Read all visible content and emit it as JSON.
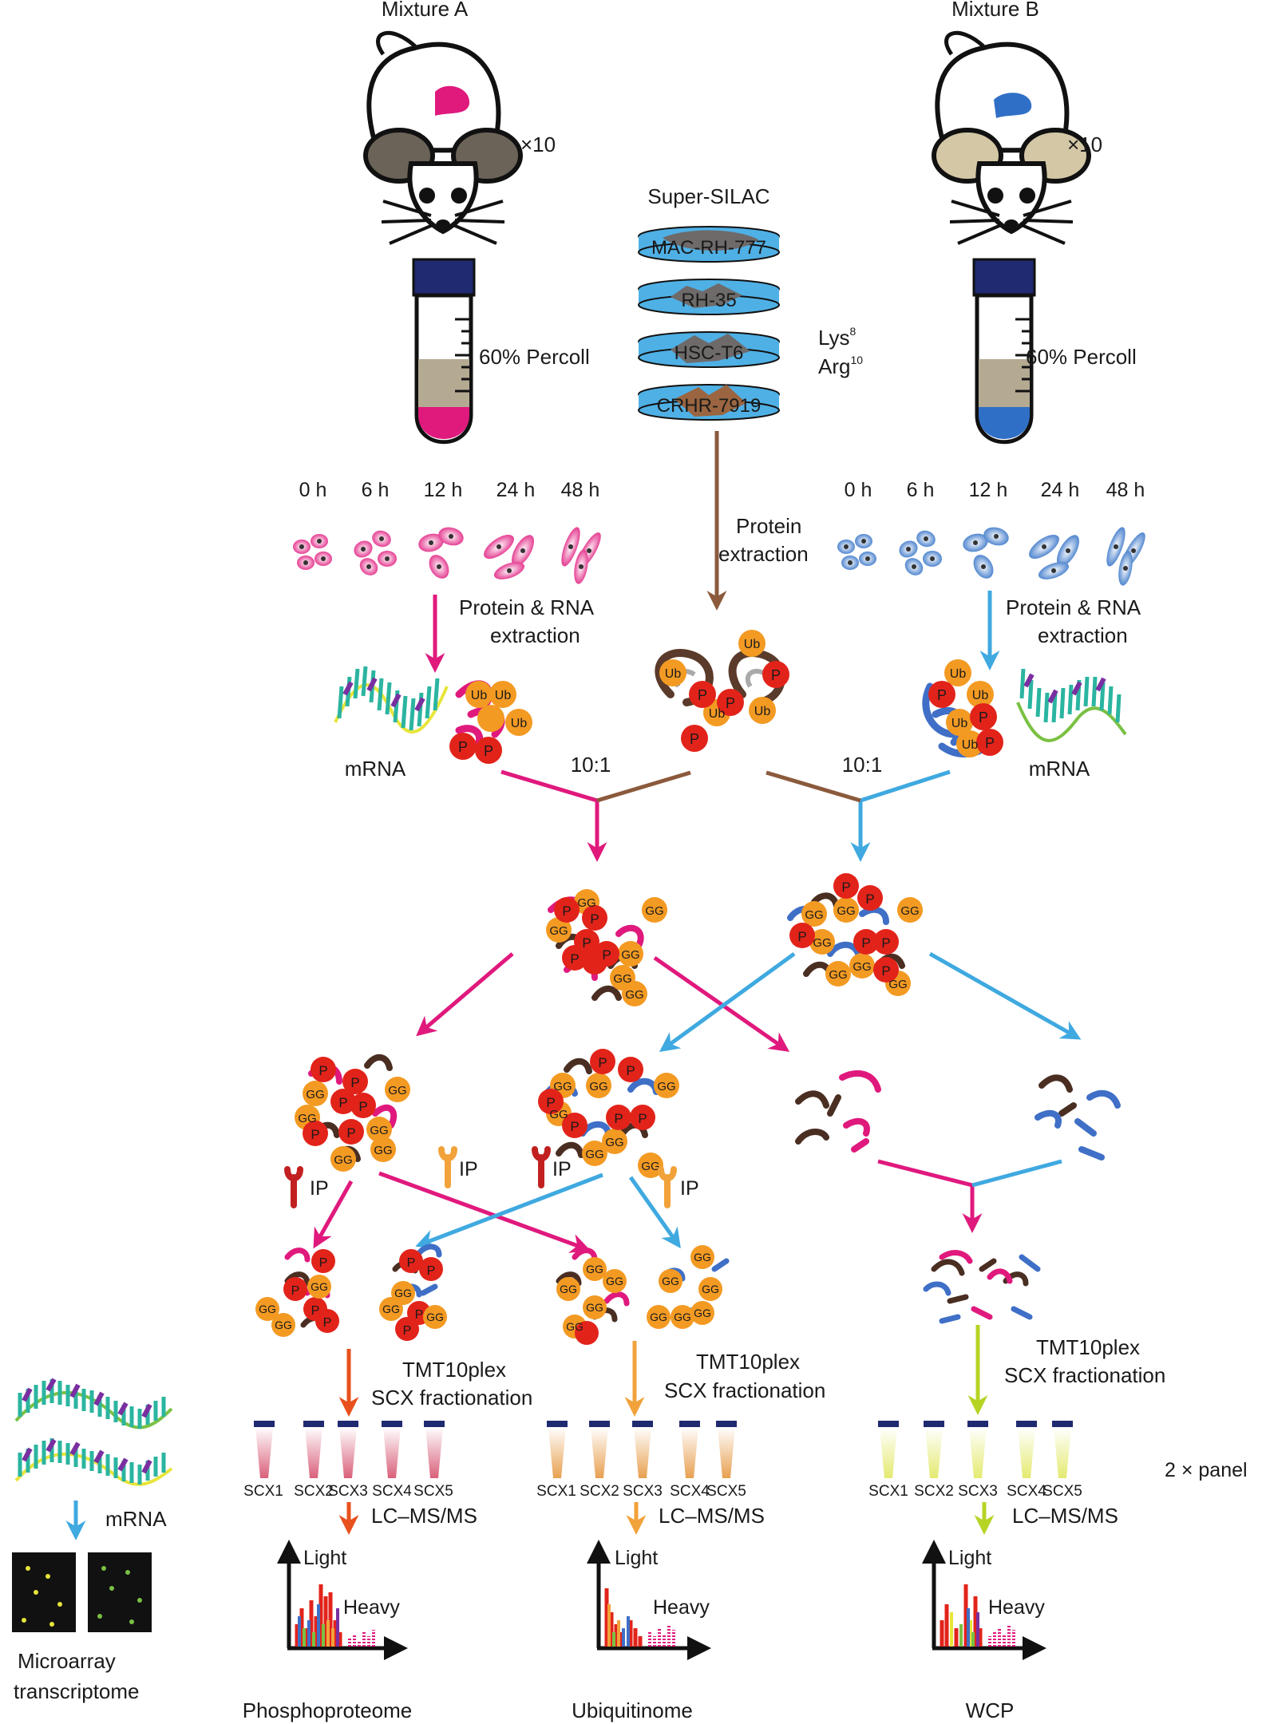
{
  "mixture_a": {
    "title": "Mixture A",
    "multiplier": "×10",
    "percoll": "60% Percoll",
    "timepoints": [
      "0 h",
      "6 h",
      "12 h",
      "24 h",
      "48 h"
    ],
    "extraction": [
      "Protein & RNA",
      "extraction"
    ],
    "mrna": "mRNA",
    "ratio": "10:1"
  },
  "mixture_b": {
    "title": "Mixture B",
    "multiplier": "×10",
    "percoll": "60% Percoll",
    "timepoints": [
      "0 h",
      "6 h",
      "12 h",
      "24 h",
      "48 h"
    ],
    "extraction": [
      "Protein & RNA",
      "extraction"
    ],
    "mrna": "mRNA",
    "ratio": "10:1"
  },
  "super_silac": {
    "title": "Super-SILAC",
    "dishes": [
      "MAC-RH-777",
      "RH-35",
      "HSC-T6",
      "CRHR-7919"
    ],
    "lys": "Lys",
    "lys_sup": "8",
    "arg": "Arg",
    "arg_sup": "10",
    "extraction": [
      "Protein",
      "extraction"
    ]
  },
  "marks": {
    "ub": "Ub",
    "p": "P",
    "gg": "GG"
  },
  "ip_label": "IP",
  "fractionation": [
    "TMT10plex",
    "SCX fractionation"
  ],
  "scx_tubes": [
    "SCX1",
    "SCX2",
    "SCX3",
    "SCX4",
    "SCX5"
  ],
  "lcms": "LC–MS/MS",
  "panel_note": "2 × panel",
  "chart_labels": {
    "light": "Light",
    "heavy": "Heavy"
  },
  "outputs": [
    "Phosphoproteome",
    "Ubiquitinome",
    "WCP"
  ],
  "microarray": {
    "mrna": "mRNA",
    "title": [
      "Microarray",
      "transcriptome"
    ]
  },
  "colors": {
    "mixture_a": "#e0197d",
    "mixture_b": "#3fa9e0",
    "super_silac": "#8b5a3c",
    "phospho_path": "#e8501e",
    "ubiquitin_path": "#f2a23a",
    "wcp_path": "#b5d424",
    "p_mark": "#e2231a",
    "ub_mark": "#f39a23",
    "dish": "#4fb0e5"
  }
}
